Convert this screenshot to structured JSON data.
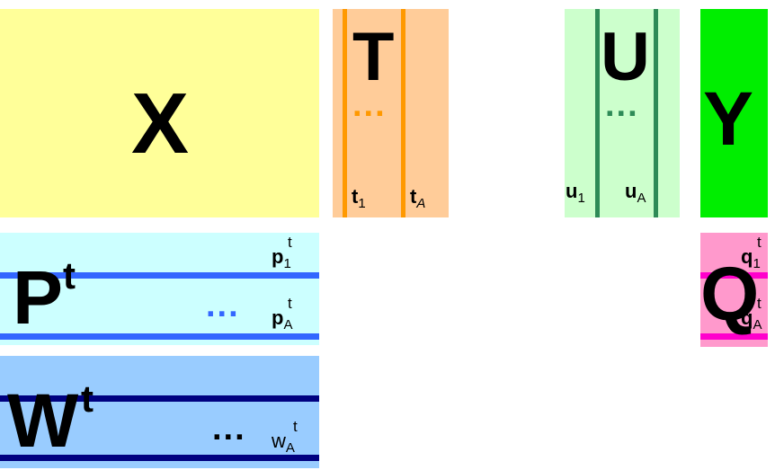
{
  "blocks": {
    "x": {
      "label": "X",
      "color": "#ffff99"
    },
    "t": {
      "label": "T",
      "color": "#ffcc99",
      "line_color": "#ff9900",
      "dots": "...",
      "col1": "t",
      "col1_sub": "1",
      "col2": "t",
      "col2_sub": "A"
    },
    "u": {
      "label": "U",
      "color": "#ccffcc",
      "line_color": "#2e8b57",
      "dots": "...",
      "col1": "u",
      "col1_sub": "1",
      "col2": "u",
      "col2_sub": "A"
    },
    "y": {
      "label": "Y",
      "color": "#00ee00"
    },
    "p": {
      "label": "P",
      "sup": "t",
      "color": "#ccffff",
      "line_color": "#3366ff",
      "dots": "...",
      "row1": "p",
      "row1_sub": "1",
      "row1_sup": "t",
      "row2": "p",
      "row2_sub": "A",
      "row2_sup": "t"
    },
    "w": {
      "label": "W",
      "sup": "t",
      "color": "#99ccff",
      "line_color": "#000080",
      "dots": "...",
      "row2": "w",
      "row2_sub": "A",
      "row2_sup": "t"
    },
    "q": {
      "label": "Q",
      "color": "#ff99cc",
      "line_color": "#ff00cc",
      "row1": "q",
      "row1_sub": "1",
      "row1_sup": "t",
      "row2": "q",
      "row2_sub": "A",
      "row2_sup": "t"
    }
  }
}
